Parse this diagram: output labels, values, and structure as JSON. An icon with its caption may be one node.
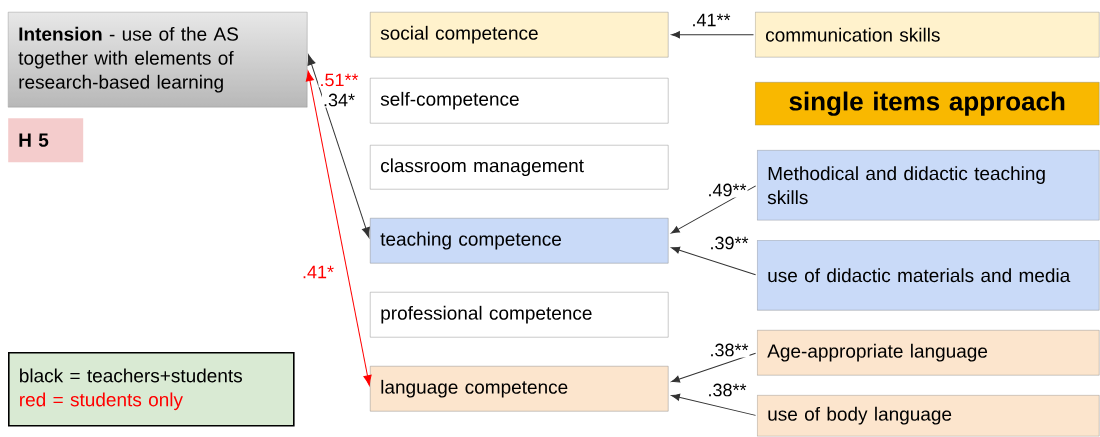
{
  "diagram": {
    "nodes": [
      {
        "text": [
          "**Intension** - use of the AS together with elements of research-based learning"
        ]
      },
      {
        "text": [
          "H 5"
        ]
      },
      {
        "text": [
          "social competence"
        ]
      },
      {
        "text": [
          "self-competence"
        ]
      },
      {
        "text": [
          "classroom management"
        ]
      },
      {
        "text": [
          "teaching competence"
        ]
      },
      {
        "text": [
          "professional competence"
        ]
      },
      {
        "text": [
          "language competence"
        ]
      },
      {
        "text": [
          "communication skills"
        ]
      },
      {
        "text": [
          "single items approach"
        ]
      },
      {
        "text": [
          "Methodical and didactic teaching skills"
        ]
      },
      {
        "text": [
          "use of didactic materials and media"
        ]
      },
      {
        "text": [
          "Age-appropriate language"
        ]
      },
      {
        "text": [
          "use of body language"
        ]
      }
    ],
    "edges": [
      {
        "from": 0,
        "to": 5,
        "arrow": "both",
        "label": ".34*"
      },
      {
        "from": 0,
        "to": 7,
        "arrow": "both",
        "label": ".41*",
        "color": "#ff0000"
      },
      {
        "from": 8,
        "to": 2,
        "arrow": "to",
        "label": ".41**"
      },
      {
        "from": 10,
        "to": 5,
        "arrow": "to",
        "label": ".49**"
      },
      {
        "from": 11,
        "to": 5,
        "arrow": "to",
        "label": ".39**"
      },
      {
        "from": 12,
        "to": 7,
        "arrow": "to",
        "label": ".38**"
      },
      {
        "from": 13,
        "to": 7,
        "arrow": "to",
        "label": ".38**"
      }
    ],
    "labels": [
      ".51**"
    ],
    "legend": [
      {
        "text": "black = teachers+students",
        "color": "#000000"
      },
      {
        "text": "red = students only",
        "color": "#ff0000"
      }
    ]
  }
}
